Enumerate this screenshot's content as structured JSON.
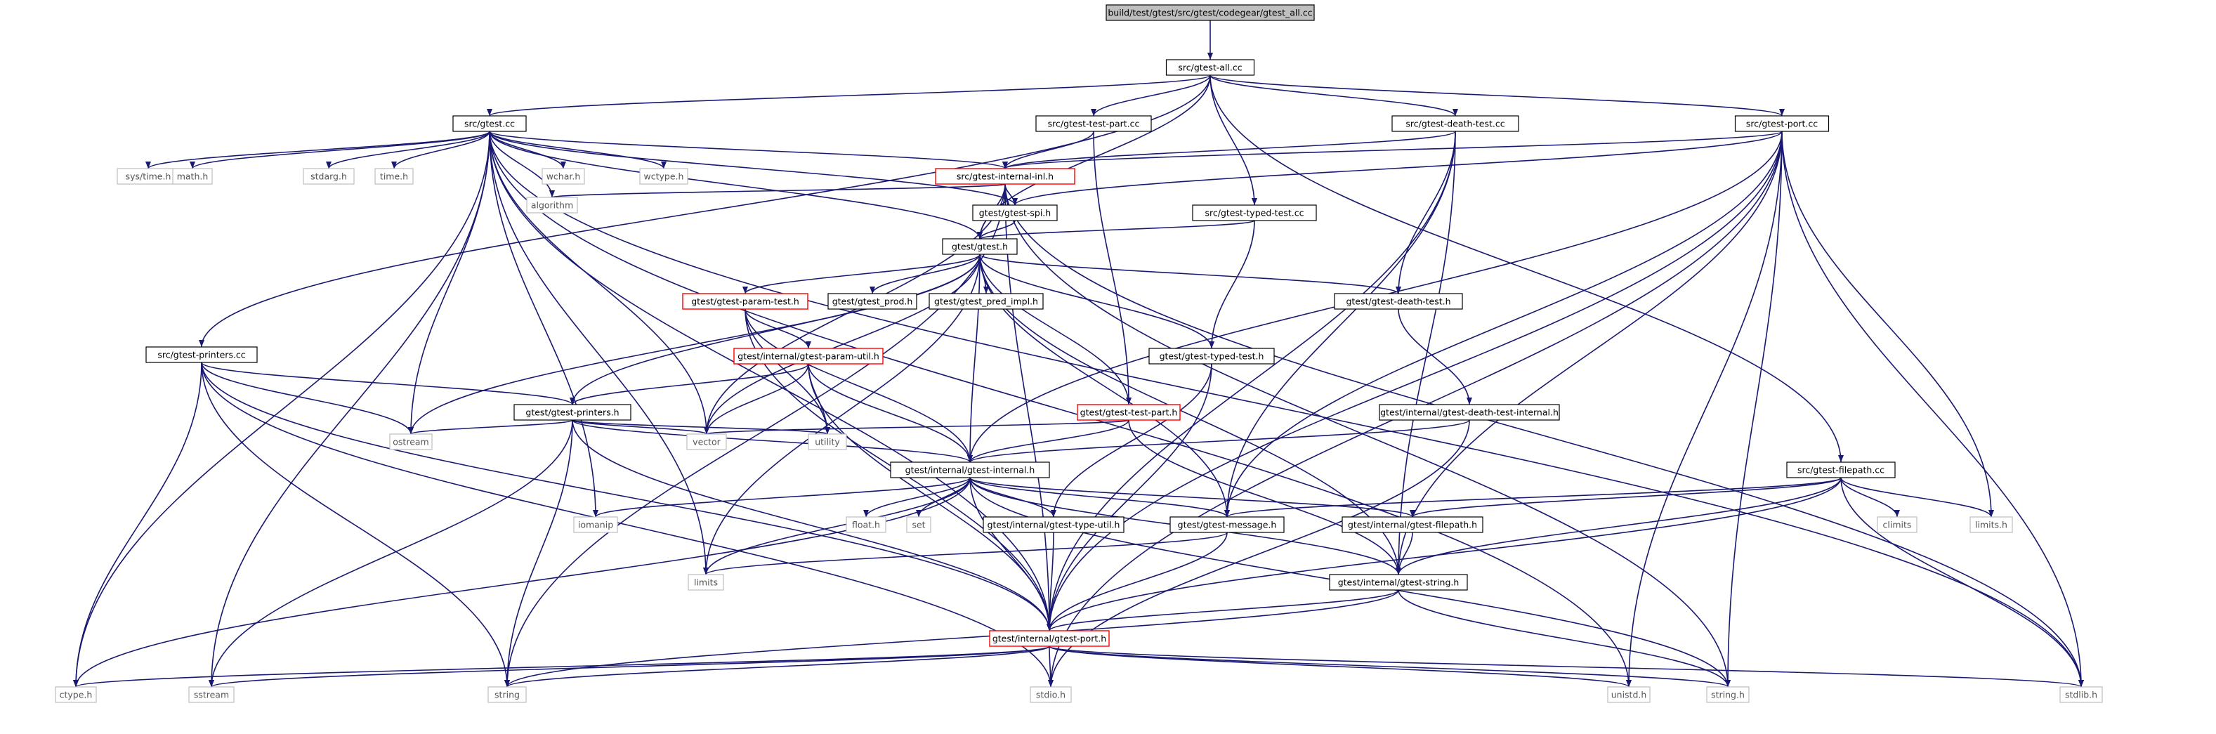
{
  "colors": {
    "edge": "#191970",
    "root_fill": "#bfbfbf",
    "node_border": "#000000",
    "incomplete_border": "#ff0000",
    "system_border": "#bfbfbf"
  },
  "nodes": [
    {
      "id": "root",
      "label": "build/test/gtest/src/gtest/codegear/gtest_all.cc",
      "kind": "root"
    },
    {
      "id": "gtest_all",
      "label": "src/gtest-all.cc",
      "kind": "node"
    },
    {
      "id": "gtest_cc",
      "label": "src/gtest.cc",
      "kind": "node"
    },
    {
      "id": "test_part_cc",
      "label": "src/gtest-test-part.cc",
      "kind": "node"
    },
    {
      "id": "death_test_cc",
      "label": "src/gtest-death-test.cc",
      "kind": "node"
    },
    {
      "id": "port_cc",
      "label": "src/gtest-port.cc",
      "kind": "node"
    },
    {
      "id": "sys_time",
      "label": "sys/time.h",
      "kind": "sys"
    },
    {
      "id": "math_h",
      "label": "math.h",
      "kind": "sys"
    },
    {
      "id": "stdarg_h",
      "label": "stdarg.h",
      "kind": "sys"
    },
    {
      "id": "time_h",
      "label": "time.h",
      "kind": "sys"
    },
    {
      "id": "wchar_h",
      "label": "wchar.h",
      "kind": "sys"
    },
    {
      "id": "wctype_h",
      "label": "wctype.h",
      "kind": "sys"
    },
    {
      "id": "internal_inl",
      "label": "src/gtest-internal-inl.h",
      "kind": "red"
    },
    {
      "id": "algorithm",
      "label": "algorithm",
      "kind": "sys"
    },
    {
      "id": "spi_h",
      "label": "gtest/gtest-spi.h",
      "kind": "node"
    },
    {
      "id": "typed_test_cc",
      "label": "src/gtest-typed-test.cc",
      "kind": "node"
    },
    {
      "id": "gtest_h",
      "label": "gtest/gtest.h",
      "kind": "node"
    },
    {
      "id": "param_test",
      "label": "gtest/gtest-param-test.h",
      "kind": "red"
    },
    {
      "id": "gtest_prod",
      "label": "gtest/gtest_prod.h",
      "kind": "node"
    },
    {
      "id": "pred_impl",
      "label": "gtest/gtest_pred_impl.h",
      "kind": "node"
    },
    {
      "id": "death_test_h",
      "label": "gtest/gtest-death-test.h",
      "kind": "node"
    },
    {
      "id": "printers_cc",
      "label": "src/gtest-printers.cc",
      "kind": "node"
    },
    {
      "id": "param_util",
      "label": "gtest/internal/gtest-param-util.h",
      "kind": "red"
    },
    {
      "id": "typed_test_h",
      "label": "gtest/gtest-typed-test.h",
      "kind": "node"
    },
    {
      "id": "death_internal",
      "label": "gtest/internal/gtest-death-test-internal.h",
      "kind": "node"
    },
    {
      "id": "printers_h",
      "label": "gtest/gtest-printers.h",
      "kind": "node"
    },
    {
      "id": "test_part_h",
      "label": "gtest/gtest-test-part.h",
      "kind": "red"
    },
    {
      "id": "ostream",
      "label": "ostream",
      "kind": "sys"
    },
    {
      "id": "vector",
      "label": "vector",
      "kind": "sys"
    },
    {
      "id": "utility",
      "label": "utility",
      "kind": "sys"
    },
    {
      "id": "gtest_internal",
      "label": "gtest/internal/gtest-internal.h",
      "kind": "node"
    },
    {
      "id": "filepath_cc",
      "label": "src/gtest-filepath.cc",
      "kind": "node"
    },
    {
      "id": "iomanip",
      "label": "iomanip",
      "kind": "sys"
    },
    {
      "id": "float_h",
      "label": "float.h",
      "kind": "sys"
    },
    {
      "id": "set",
      "label": "set",
      "kind": "sys"
    },
    {
      "id": "type_util",
      "label": "gtest/internal/gtest-type-util.h",
      "kind": "node"
    },
    {
      "id": "message_h",
      "label": "gtest/gtest-message.h",
      "kind": "node"
    },
    {
      "id": "filepath_h",
      "label": "gtest/internal/gtest-filepath.h",
      "kind": "node"
    },
    {
      "id": "climits",
      "label": "climits",
      "kind": "sys"
    },
    {
      "id": "limits_h",
      "label": "limits.h",
      "kind": "sys"
    },
    {
      "id": "limits",
      "label": "limits",
      "kind": "sys"
    },
    {
      "id": "gtest_string",
      "label": "gtest/internal/gtest-string.h",
      "kind": "node"
    },
    {
      "id": "gtest_port",
      "label": "gtest/internal/gtest-port.h",
      "kind": "red"
    },
    {
      "id": "ctype_h",
      "label": "ctype.h",
      "kind": "sys"
    },
    {
      "id": "sstream",
      "label": "sstream",
      "kind": "sys"
    },
    {
      "id": "string",
      "label": "string",
      "kind": "sys"
    },
    {
      "id": "stdio_h",
      "label": "stdio.h",
      "kind": "sys"
    },
    {
      "id": "unistd_h",
      "label": "unistd.h",
      "kind": "sys"
    },
    {
      "id": "string_h",
      "label": "string.h",
      "kind": "sys"
    },
    {
      "id": "stdlib_h",
      "label": "stdlib.h",
      "kind": "sys"
    }
  ],
  "edges": [
    [
      "root",
      "gtest_all"
    ],
    [
      "gtest_all",
      "gtest_cc"
    ],
    [
      "gtest_all",
      "test_part_cc"
    ],
    [
      "gtest_all",
      "death_test_cc"
    ],
    [
      "gtest_all",
      "port_cc"
    ],
    [
      "gtest_all",
      "printers_cc"
    ],
    [
      "gtest_all",
      "typed_test_cc"
    ],
    [
      "gtest_all",
      "gtest_h"
    ],
    [
      "gtest_all",
      "filepath_cc"
    ],
    [
      "gtest_cc",
      "sys_time"
    ],
    [
      "gtest_cc",
      "math_h"
    ],
    [
      "gtest_cc",
      "stdarg_h"
    ],
    [
      "gtest_cc",
      "time_h"
    ],
    [
      "gtest_cc",
      "wchar_h"
    ],
    [
      "gtest_cc",
      "wctype_h"
    ],
    [
      "gtest_cc",
      "internal_inl"
    ],
    [
      "gtest_cc",
      "algorithm"
    ],
    [
      "gtest_cc",
      "spi_h"
    ],
    [
      "gtest_cc",
      "gtest_h"
    ],
    [
      "gtest_cc",
      "ostream"
    ],
    [
      "gtest_cc",
      "vector"
    ],
    [
      "gtest_cc",
      "iomanip"
    ],
    [
      "gtest_cc",
      "limits"
    ],
    [
      "gtest_cc",
      "gtest_port"
    ],
    [
      "gtest_cc",
      "ctype_h"
    ],
    [
      "gtest_cc",
      "sstream"
    ],
    [
      "gtest_cc",
      "unistd_h"
    ],
    [
      "gtest_cc",
      "stdlib_h"
    ],
    [
      "test_part_cc",
      "internal_inl"
    ],
    [
      "test_part_cc",
      "test_part_h"
    ],
    [
      "death_test_cc",
      "internal_inl"
    ],
    [
      "death_test_cc",
      "death_test_h"
    ],
    [
      "death_test_cc",
      "message_h"
    ],
    [
      "death_test_cc",
      "gtest_port"
    ],
    [
      "death_test_cc",
      "gtest_string"
    ],
    [
      "port_cc",
      "internal_inl"
    ],
    [
      "port_cc",
      "spi_h"
    ],
    [
      "port_cc",
      "gtest_internal"
    ],
    [
      "port_cc",
      "message_h"
    ],
    [
      "port_cc",
      "gtest_string"
    ],
    [
      "port_cc",
      "gtest_port"
    ],
    [
      "port_cc",
      "limits_h"
    ],
    [
      "port_cc",
      "stdlib_h"
    ],
    [
      "port_cc",
      "stdio_h"
    ],
    [
      "port_cc",
      "string_h"
    ],
    [
      "port_cc",
      "unistd_h"
    ],
    [
      "internal_inl",
      "algorithm"
    ],
    [
      "internal_inl",
      "spi_h"
    ],
    [
      "internal_inl",
      "gtest_h"
    ],
    [
      "internal_inl",
      "vector"
    ],
    [
      "internal_inl",
      "gtest_port"
    ],
    [
      "internal_inl",
      "string"
    ],
    [
      "internal_inl",
      "stdlib_h"
    ],
    [
      "internal_inl",
      "string_h"
    ],
    [
      "spi_h",
      "gtest_h"
    ],
    [
      "typed_test_cc",
      "gtest_h"
    ],
    [
      "typed_test_cc",
      "typed_test_h"
    ],
    [
      "gtest_h",
      "param_test"
    ],
    [
      "gtest_h",
      "gtest_prod"
    ],
    [
      "gtest_h",
      "pred_impl"
    ],
    [
      "gtest_h",
      "death_test_h"
    ],
    [
      "gtest_h",
      "typed_test_h"
    ],
    [
      "gtest_h",
      "printers_h"
    ],
    [
      "gtest_h",
      "test_part_h"
    ],
    [
      "gtest_h",
      "ostream"
    ],
    [
      "gtest_h",
      "vector"
    ],
    [
      "gtest_h",
      "gtest_internal"
    ],
    [
      "gtest_h",
      "message_h"
    ],
    [
      "gtest_h",
      "gtest_string"
    ],
    [
      "gtest_h",
      "limits"
    ],
    [
      "param_test",
      "param_util"
    ],
    [
      "param_test",
      "gtest_internal"
    ],
    [
      "param_test",
      "utility"
    ],
    [
      "param_test",
      "gtest_port"
    ],
    [
      "death_test_h",
      "death_internal"
    ],
    [
      "printers_cc",
      "printers_h"
    ],
    [
      "printers_cc",
      "ostream"
    ],
    [
      "printers_cc",
      "ctype_h"
    ],
    [
      "printers_cc",
      "stdio_h"
    ],
    [
      "printers_cc",
      "string"
    ],
    [
      "printers_cc",
      "gtest_port"
    ],
    [
      "param_util",
      "printers_h"
    ],
    [
      "param_util",
      "vector"
    ],
    [
      "param_util",
      "utility"
    ],
    [
      "param_util",
      "gtest_internal"
    ],
    [
      "param_util",
      "gtest_port"
    ],
    [
      "typed_test_h",
      "type_util"
    ],
    [
      "typed_test_h",
      "gtest_port"
    ],
    [
      "death_internal",
      "gtest_internal"
    ],
    [
      "death_internal",
      "stdio_h"
    ],
    [
      "printers_h",
      "ostream"
    ],
    [
      "printers_h",
      "vector"
    ],
    [
      "printers_h",
      "utility"
    ],
    [
      "printers_h",
      "gtest_internal"
    ],
    [
      "printers_h",
      "gtest_port"
    ],
    [
      "printers_h",
      "sstream"
    ],
    [
      "printers_h",
      "string"
    ],
    [
      "test_part_h",
      "gtest_internal"
    ],
    [
      "test_part_h",
      "gtest_string"
    ],
    [
      "test_part_h",
      "vector"
    ],
    [
      "gtest_internal",
      "iomanip"
    ],
    [
      "gtest_internal",
      "float_h"
    ],
    [
      "gtest_internal",
      "set"
    ],
    [
      "gtest_internal",
      "type_util"
    ],
    [
      "gtest_internal",
      "message_h"
    ],
    [
      "gtest_internal",
      "filepath_h"
    ],
    [
      "gtest_internal",
      "gtest_string"
    ],
    [
      "gtest_internal",
      "gtest_port"
    ],
    [
      "gtest_internal",
      "limits"
    ],
    [
      "gtest_internal",
      "ctype_h"
    ],
    [
      "gtest_internal",
      "string_h"
    ],
    [
      "filepath_cc",
      "message_h"
    ],
    [
      "filepath_cc",
      "filepath_h"
    ],
    [
      "filepath_cc",
      "gtest_string"
    ],
    [
      "filepath_cc",
      "gtest_port"
    ],
    [
      "filepath_cc",
      "climits"
    ],
    [
      "filepath_cc",
      "limits_h"
    ],
    [
      "filepath_cc",
      "stdlib_h"
    ],
    [
      "type_util",
      "gtest_port"
    ],
    [
      "message_h",
      "limits"
    ],
    [
      "message_h",
      "gtest_port"
    ],
    [
      "filepath_h",
      "gtest_string"
    ],
    [
      "gtest_string",
      "gtest_port"
    ],
    [
      "gtest_string",
      "string"
    ],
    [
      "gtest_string",
      "string_h"
    ],
    [
      "gtest_port",
      "ctype_h"
    ],
    [
      "gtest_port",
      "sstream"
    ],
    [
      "gtest_port",
      "string"
    ],
    [
      "gtest_port",
      "stdio_h"
    ],
    [
      "gtest_port",
      "unistd_h"
    ],
    [
      "gtest_port",
      "string_h"
    ],
    [
      "gtest_port",
      "stdlib_h"
    ]
  ]
}
